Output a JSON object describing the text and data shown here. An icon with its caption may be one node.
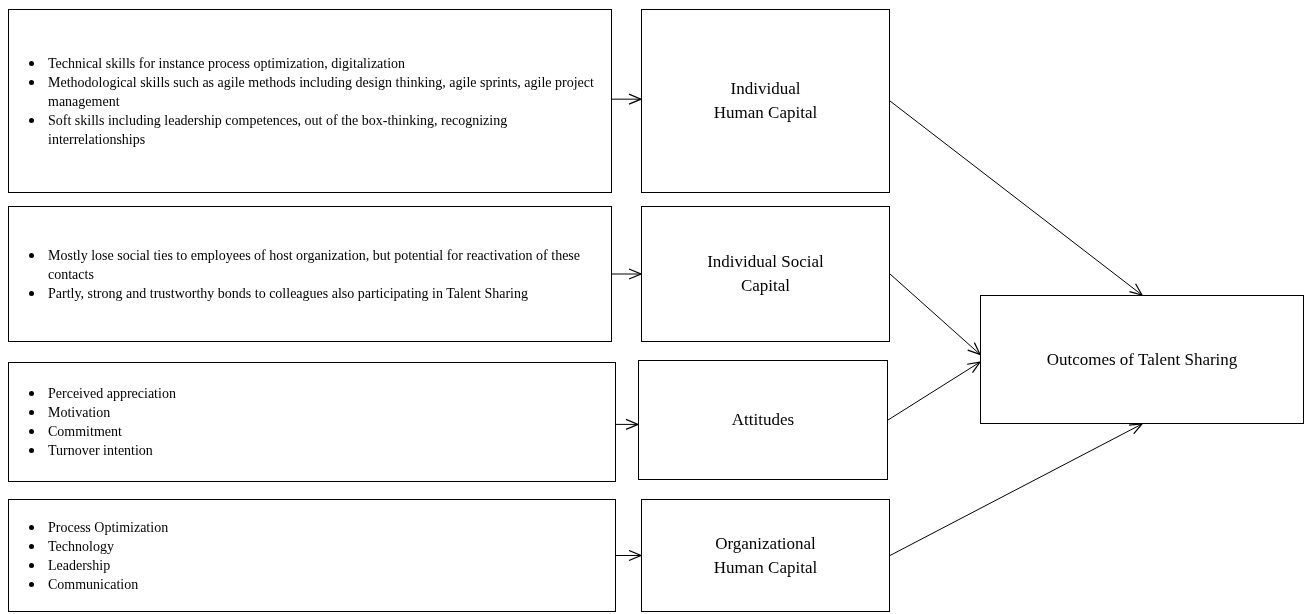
{
  "diagram": {
    "nodes": [
      {
        "text": [
          "Technical skills for instance process optimization, digitalization",
          "Methodological skills such as agile methods including design thinking, agile sprints, agile project management",
          "Soft skills including leadership competences, out of the box-thinking, recognizing interrelationships"
        ]
      },
      {
        "text": [
          "Individual Human Capital"
        ]
      },
      {
        "text": [
          "Mostly lose social ties to employees of host organization, but potential for reactivation of these contacts",
          "Partly, strong and trustworthy bonds to colleagues also participating in Talent Sharing"
        ]
      },
      {
        "text": [
          "Individual Social Capital"
        ]
      },
      {
        "text": [
          "Perceived appreciation",
          "Motivation",
          "Commitment",
          "Turnover intention"
        ]
      },
      {
        "text": [
          "Attitudes"
        ]
      },
      {
        "text": [
          "Process Optimization",
          "Technology",
          "Leadership",
          "Communication"
        ]
      },
      {
        "text": [
          "Organizational Human Capital"
        ]
      },
      {
        "text": [
          "Outcomes of Talent Sharing"
        ]
      }
    ],
    "edges": [
      {
        "from": 0,
        "to": 1,
        "arrow": "to"
      },
      {
        "from": 2,
        "to": 3,
        "arrow": "to"
      },
      {
        "from": 4,
        "to": 5,
        "arrow": "to"
      },
      {
        "from": 6,
        "to": 7,
        "arrow": "to"
      },
      {
        "from": 1,
        "to": 8,
        "arrow": "to"
      },
      {
        "from": 3,
        "to": 8,
        "arrow": "to"
      },
      {
        "from": 5,
        "to": 8,
        "arrow": "to"
      },
      {
        "from": 7,
        "to": 8,
        "arrow": "to"
      }
    ]
  }
}
